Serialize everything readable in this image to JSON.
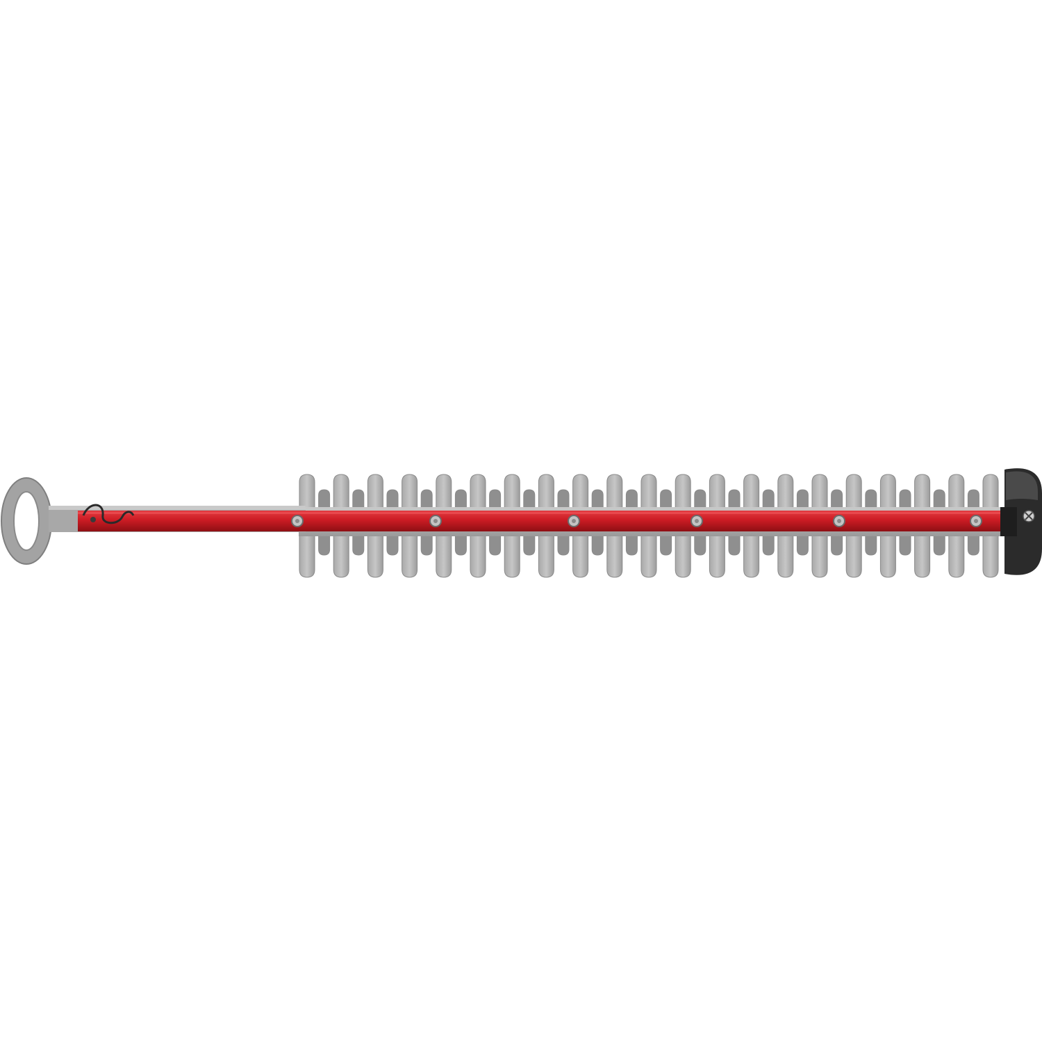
{
  "image": {
    "subject": "hedge-trimmer-blade",
    "background_color": "#ffffff",
    "colors": {
      "bar_red": "#cc1c24",
      "bar_red_dark": "#8e0f14",
      "steel": "#b9b9b9",
      "steel_dark": "#8a8a8a",
      "steel_light": "#d4d4d4",
      "tip_guard": "#2b2b2b",
      "bolt": "#c4c4c4"
    },
    "parts": {
      "mounting_ring": {
        "name": "mounting-ring"
      },
      "guide_bar": {
        "name": "guide-bar"
      },
      "cutter_teeth": {
        "name": "cutter-teeth"
      },
      "tip_guard": {
        "name": "tip-guard"
      },
      "bolts": {
        "name": "bolts"
      }
    }
  }
}
